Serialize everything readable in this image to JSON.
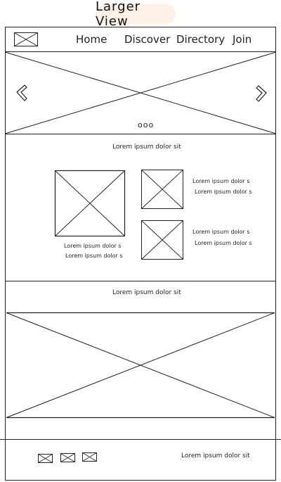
{
  "page_title": "Larger View",
  "nav": {
    "items": [
      {
        "label": "Home"
      },
      {
        "label": "Discover"
      },
      {
        "label": "Directory"
      },
      {
        "label": "Join"
      }
    ]
  },
  "carousel": {
    "dots": "ooo"
  },
  "section1": {
    "heading": "Lorem ipsum dolor sit",
    "main_caption": [
      "Lorem ipsum dolor s",
      "Lorem ipsum dolor s"
    ],
    "side_items": [
      {
        "lines": [
          "Lorem ipsum dolor s",
          "Lorem ipsum dolor s"
        ]
      },
      {
        "lines": [
          "Lorem ipsum dolor s",
          "Lorem ipsum dolor s"
        ]
      }
    ]
  },
  "section2": {
    "heading": "Lorem ipsum dolor sit"
  },
  "footer": {
    "text": "Lorem ipsum dolor sit"
  }
}
